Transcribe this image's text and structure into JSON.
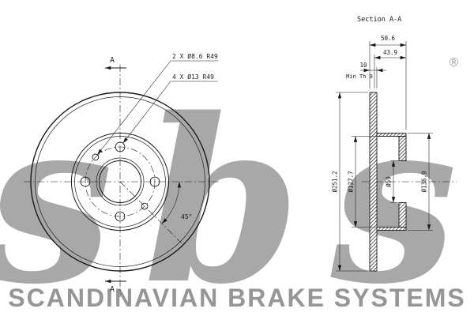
{
  "front_view": {
    "small_holes_note": "2 X Ø8.6 R49",
    "large_holes_note": "4 X Ø13 R49",
    "angle": "45°",
    "section_marker": "A"
  },
  "section_view": {
    "label": "Section A-A",
    "dims": {
      "total_width": "50.6",
      "hat_depth": "43.9",
      "disc_thickness": "10",
      "min_thickness": "Min Th 9",
      "outer_dia": "Ø251.2",
      "hat_inner_dia": "Ø127.7",
      "bore_dia": "Ø59",
      "hat_outer_dia": "Ø136.9"
    }
  },
  "branding": {
    "logo": "sbs",
    "registered": "®",
    "footer": "SCANDINAVIAN BRAKE SYSTEMS",
    "gray": "#9e9e9e"
  },
  "colors": {
    "line": "#1a1a1a",
    "background": "#ffffff"
  }
}
